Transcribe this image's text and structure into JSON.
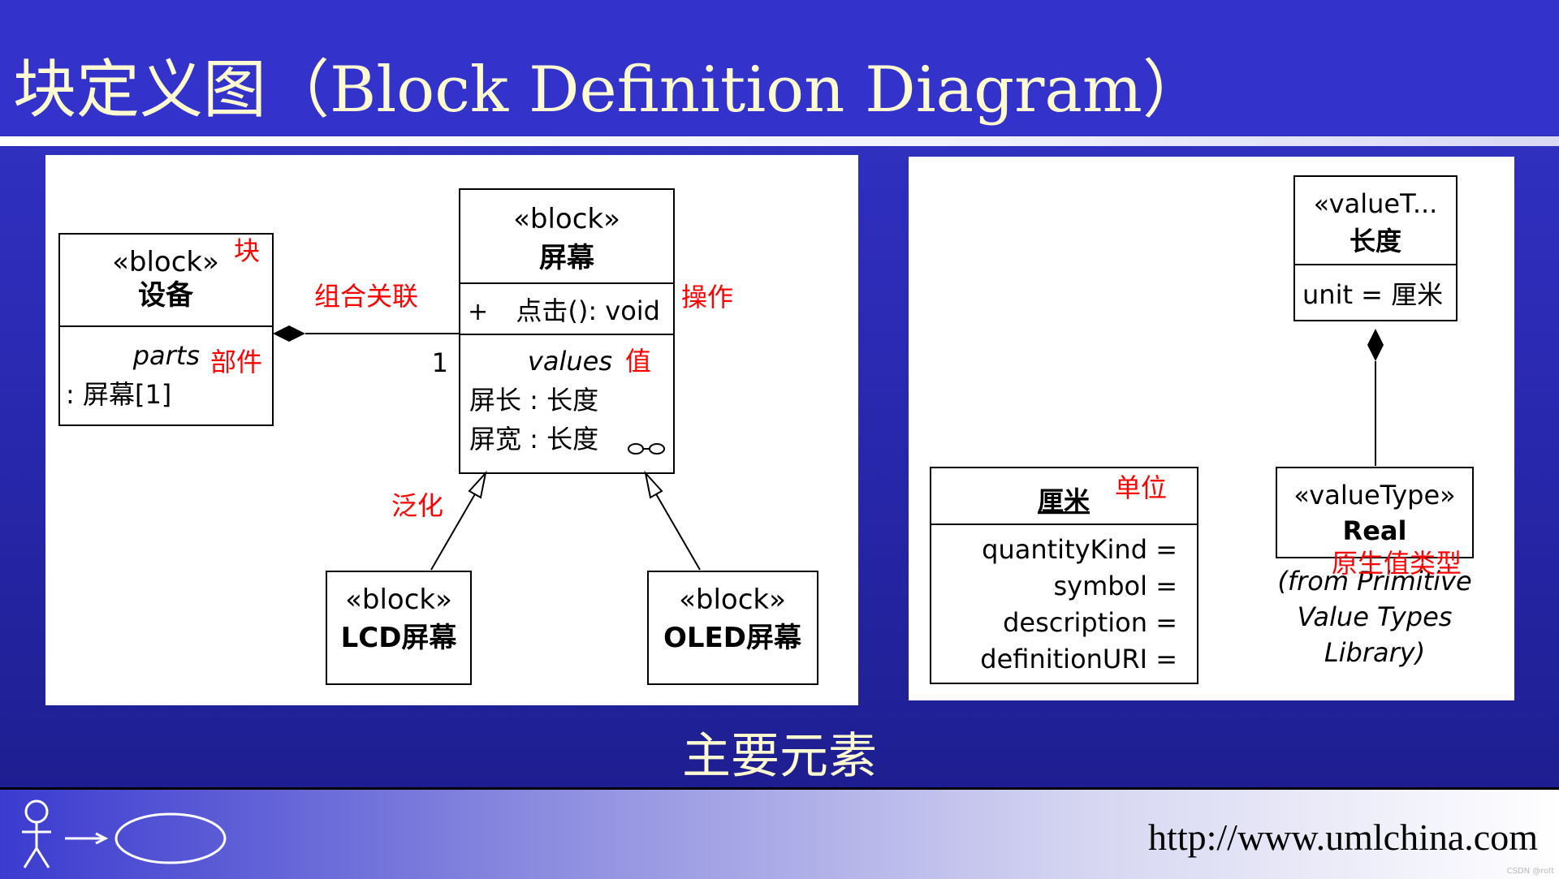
{
  "slide": {
    "title": "块定义图（Block Definition Diagram）",
    "caption": "主要元素",
    "footer_url": "http://www.umlchina.com",
    "watermark": "CSDN @rolt"
  },
  "left_diagram": {
    "device_block": {
      "stereotype": "«block»",
      "name": "设备",
      "compartment_label": "parts",
      "part": ": 屏幕[1]"
    },
    "screen_block": {
      "stereotype": "«block»",
      "name": "屏幕",
      "operation_vis": "+",
      "operation": "点击(): void",
      "compartment_label": "values",
      "value_1": "屏长 : 长度",
      "value_2": "屏宽 : 长度"
    },
    "lcd_block": {
      "stereotype": "«block»",
      "name": "LCD屏幕"
    },
    "oled_block": {
      "stereotype": "«block»",
      "name": "OLED屏幕"
    },
    "multiplicity": "1",
    "annotations": {
      "block": "块",
      "composition": "组合关联",
      "part": "部件",
      "operation": "操作",
      "value": "值",
      "generalization": "泛化"
    }
  },
  "right_diagram": {
    "length_type": {
      "stereotype": "«valueT...",
      "name": "长度",
      "attribute": "unit = 厘米"
    },
    "unit_block": {
      "name": "厘米",
      "attributes": [
        "quantityKind =",
        "symbol =",
        "description =",
        "definitionURI ="
      ]
    },
    "real_type": {
      "stereotype": "«valueType»",
      "name": "Real",
      "note_1": "(from Primitive",
      "note_2": "Value Types",
      "note_3": "Library)"
    },
    "annotations": {
      "unit": "单位",
      "primitive": "原生值类型"
    }
  },
  "colors": {
    "annotation": "#ff0000",
    "title_text": "#fffbd0",
    "title_bar": "#3333cc"
  }
}
